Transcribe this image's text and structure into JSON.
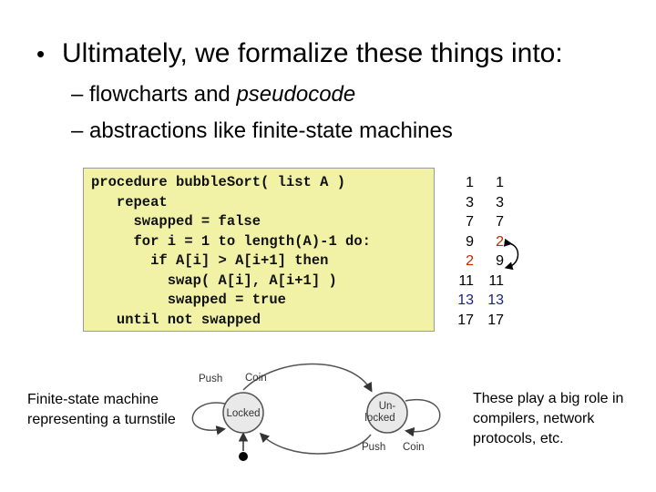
{
  "slide": {
    "bullet": "Ultimately, we formalize these things into:",
    "sub_items": [
      {
        "dash": "–",
        "text_plain": "flowcharts and ",
        "text_italic": "pseudocode"
      },
      {
        "dash": "–",
        "text_plain": "abstractions like finite-state machines",
        "text_italic": ""
      }
    ],
    "code": [
      "procedure bubbleSort( list A )",
      "   repeat",
      "     swapped = false",
      "     for i = 1 to length(A)-1 do:",
      "       if A[i] > A[i+1] then",
      "         swap( A[i], A[i+1] )",
      "         swapped = true",
      "   until not swapped"
    ],
    "array_before": [
      "1",
      "3",
      "7",
      "9",
      "2",
      "11",
      "13",
      "17"
    ],
    "array_after": [
      "1",
      "3",
      "7",
      "2",
      "9",
      "11",
      "13",
      "17"
    ],
    "fsm": {
      "state_locked": "Locked",
      "state_unlocked_line1": "Un-",
      "state_unlocked_line2": "locked",
      "label_push_top": "Push",
      "label_coin_top": "Coin",
      "label_push_bottom": "Push",
      "label_coin_bottom": "Coin"
    },
    "caption_left": "Finite-state machine representing a turnstile",
    "caption_right": "These play a big role in compilers, network protocols, etc."
  },
  "colors": {
    "code_bg": "#f2f2a6",
    "highlight_red": "#cc2200",
    "highlight_blue": "#1a237e",
    "state_fill": "#e9e9e9"
  }
}
